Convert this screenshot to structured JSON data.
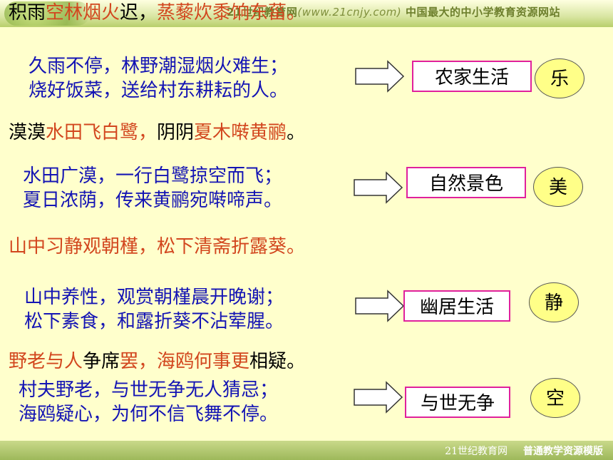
{
  "header": {
    "banner_text": "中国最大的中小学教育资源网站",
    "banner_url": "(www.21cnjy.com)",
    "banner_prefix": "21世纪教育网"
  },
  "title_line": {
    "part1": "积雨",
    "part2": "空林烟火",
    "part3": "迟，",
    "part4": "蒸藜炊黍饷东菑。"
  },
  "sections": [
    {
      "explanation": [
        "久雨不停，林野潮湿烟火难生；",
        "烧好饭菜，送给村东耕耘的人。"
      ],
      "box_label": "农家生活",
      "circle_label": "乐"
    },
    {
      "poem": {
        "p1": "漠漠",
        "p2": "水田飞白鹭，",
        "p3": "阴阴",
        "p4": "夏木啭黄鹂",
        "p5": "。"
      },
      "explanation": [
        "水田广漠，一行白鹭掠空而飞；",
        "夏日浓荫，传来黄鹂宛啭啼声。"
      ],
      "box_label": "自然景色",
      "circle_label": "美"
    },
    {
      "poem": {
        "p1": "山中习静观朝槿，松下清斋折露葵。"
      },
      "explanation": [
        "山中养性，观赏朝槿晨开晚谢；",
        "松下素食，和露折葵不沾荤腥。"
      ],
      "box_label": "幽居生活",
      "circle_label": "静"
    },
    {
      "poem": {
        "p1": "野老与人",
        "p2": "争席",
        "p3": "罢，海鸥何事更",
        "p4": "相疑",
        "p5": "。"
      },
      "explanation": [
        "村夫野老，与世无争无人猜忌；",
        "海鸥疑心，为何不信飞舞不停。"
      ],
      "box_label": "与世无争",
      "circle_label": "空"
    }
  ],
  "footer": {
    "site": "21世纪教育网",
    "label": "普通教学资源模版"
  }
}
